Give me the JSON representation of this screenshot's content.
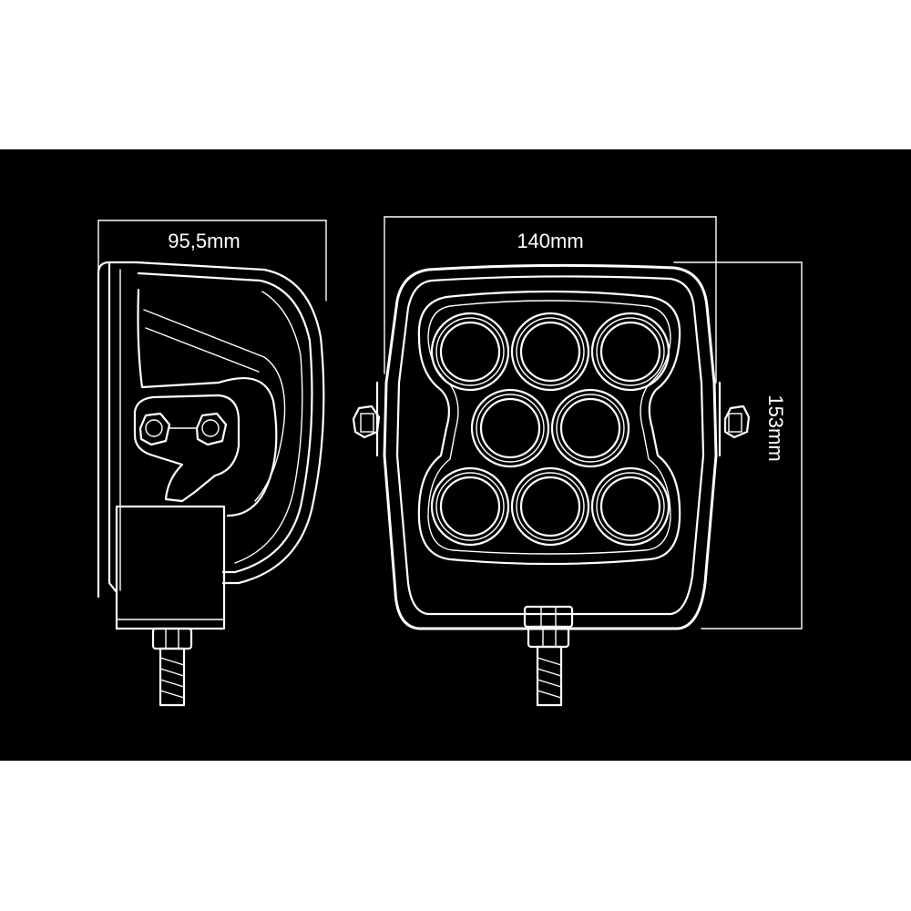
{
  "dimensions": {
    "depth": "95,5mm",
    "width": "140mm",
    "height": "153mm"
  },
  "colors": {
    "page": "#ffffff",
    "panel": "#000000",
    "line": "#ffffff"
  },
  "front_view": {
    "led_rows": [
      3,
      2,
      3
    ]
  }
}
